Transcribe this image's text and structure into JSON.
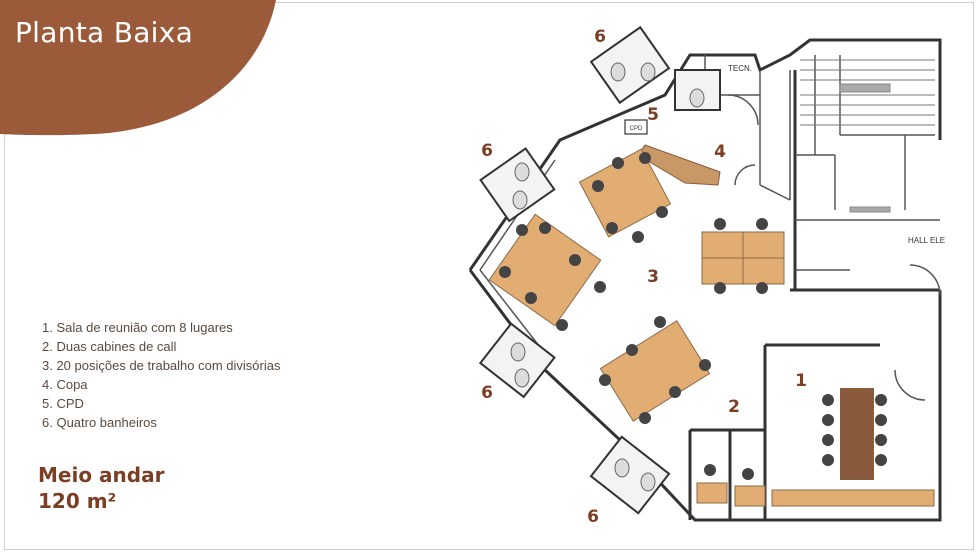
{
  "title": "Planta Baixa",
  "legend_items": [
    "1. Sala de reunião com 8 lugares",
    "2. Duas cabines de call",
    "3. 20 posições de trabalho com divisórias",
    "4. Copa",
    "5. CPD",
    "6. Quatro banheiros"
  ],
  "floor_label": "Meio andar",
  "area_label": "120 m²",
  "plan_labels": {
    "tecn": "TECN.",
    "cpd": "CPD",
    "hall": "HALL ELE",
    "n1": "1",
    "n2": "2",
    "n3": "3",
    "n4": "4",
    "n5": "5",
    "n6a": "6",
    "n6b": "6",
    "n6c": "6",
    "n6d": "6"
  },
  "colors": {
    "brand": "#9b5b3a",
    "number_label": "#7a3e24",
    "wall": "#333333",
    "desk": "#e1ad72",
    "chair": "#444444",
    "meeting_table": "#8a5a3c"
  }
}
